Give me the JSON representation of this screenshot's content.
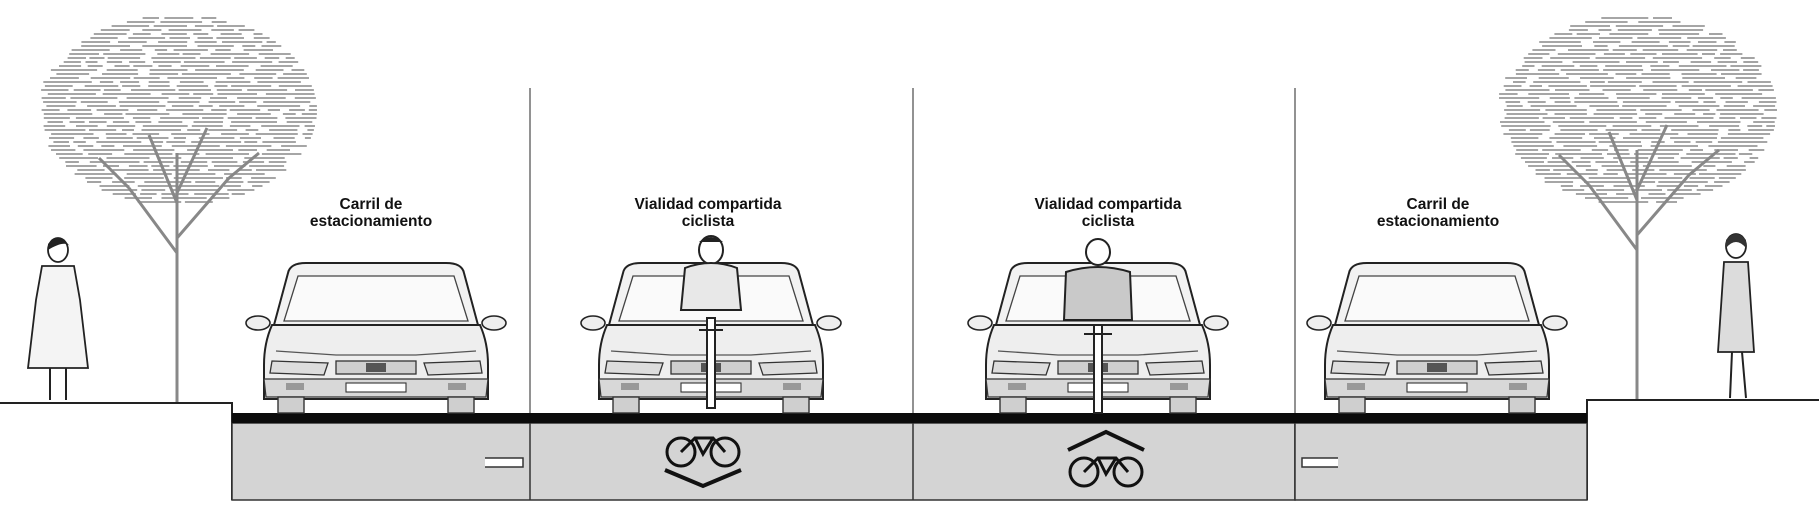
{
  "lanes": [
    {
      "id": "parking-left",
      "line1": "Carril de",
      "line2": "estacionamiento"
    },
    {
      "id": "shared-left",
      "line1": "Vialidad compartida",
      "line2": "ciclista"
    },
    {
      "id": "shared-right",
      "line1": "Vialidad compartida",
      "line2": "ciclista"
    },
    {
      "id": "parking-right",
      "line1": "Carril de",
      "line2": "estacionamiento"
    }
  ],
  "pavement_markings": [
    {
      "lane": "shared-left",
      "icon": "sharrow-bicycle-chevron-down-icon"
    },
    {
      "lane": "shared-right",
      "icon": "sharrow-bicycle-chevron-up-icon"
    }
  ],
  "colors": {
    "asphalt": "#0b0b0b",
    "slab": "#d4d4d4",
    "tree": "#9a9a9a",
    "line": "#333333"
  }
}
